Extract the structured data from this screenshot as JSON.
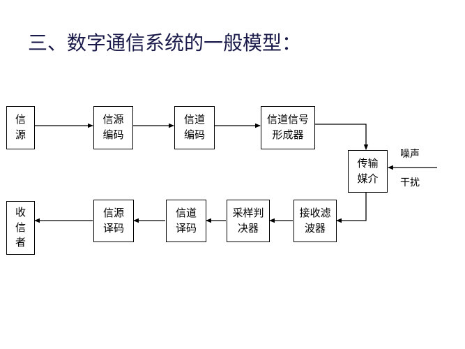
{
  "title": "三、数字通信系统的一般模型：",
  "blocks": {
    "source": "信\n源",
    "source_encoder": "信源\n编码",
    "channel_encoder": "信道\n编码",
    "signal_former": "信道信号\n形成器",
    "medium": "传输\n媒介",
    "receive_filter": "接收滤\n波器",
    "sampling_decision": "采样判\n决器",
    "channel_decoder": "信道\n译码",
    "source_decoder": "信源\n译码",
    "sink": "收\n信\n者"
  },
  "interference": {
    "noise": "噪声",
    "disturbance": "干扰"
  }
}
